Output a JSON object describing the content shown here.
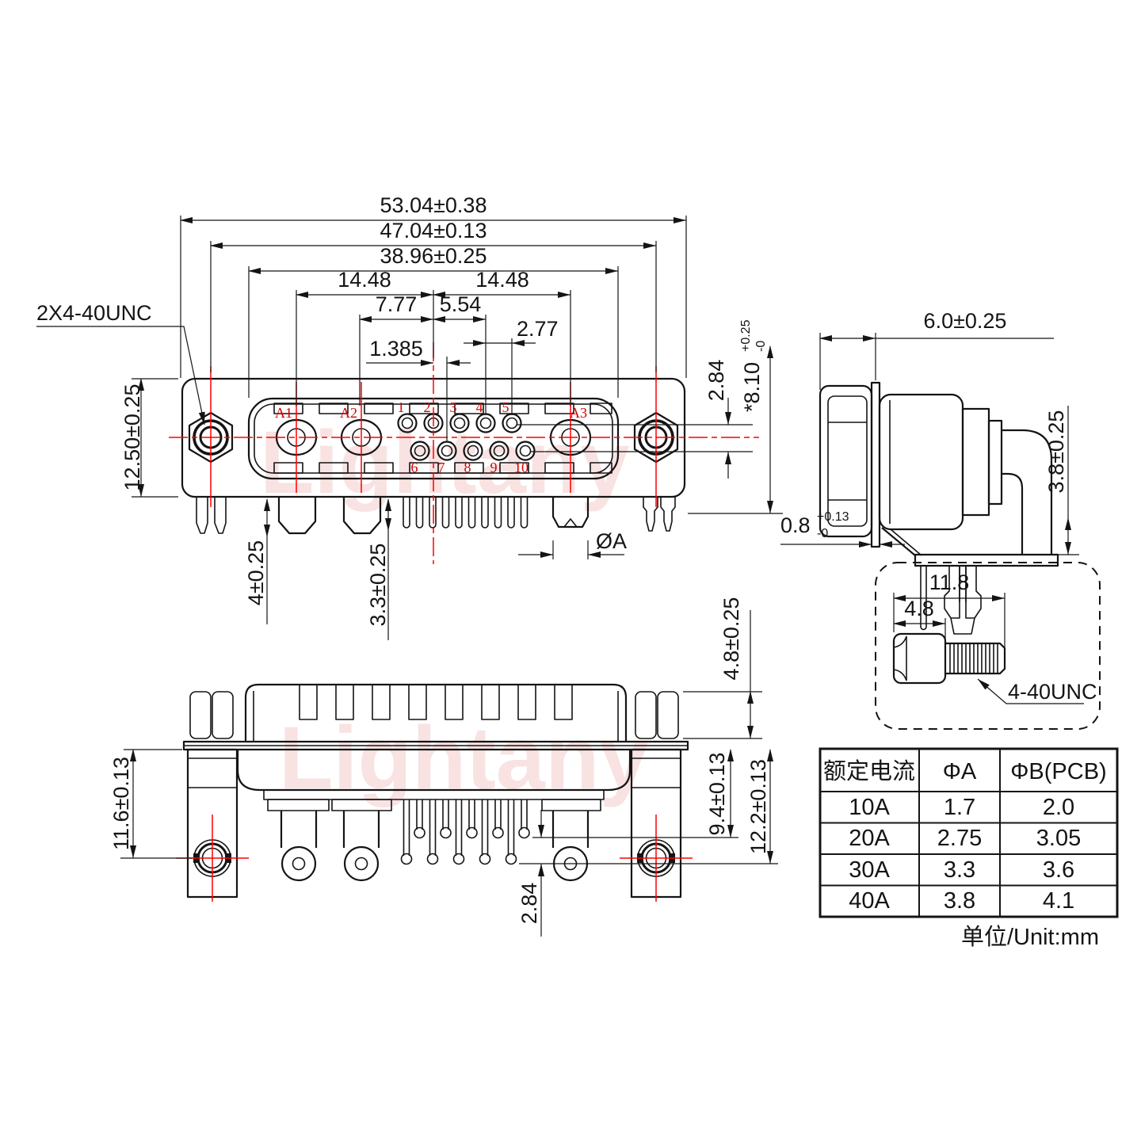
{
  "watermark": "Lightany",
  "front": {
    "top_dims": [
      "53.04±0.38",
      "47.04±0.13",
      "38.96±0.25",
      "14.48",
      "14.48",
      "7.77",
      "5.54",
      "2.77",
      "1.385"
    ],
    "thread_callout": "2X4-40UNC",
    "height": "12.50±0.25",
    "row_gap": "2.84",
    "depth": "*8.10",
    "depth_tol_up": "+0.25",
    "depth_tol_dn": "-0",
    "coax_peg": "4±0.25",
    "signal_peg": "3.3±0.25",
    "pin_dia": "ØA",
    "contacts": {
      "coax": [
        "A1",
        "A2",
        "A3"
      ],
      "top": [
        "1",
        "2",
        "3",
        "4",
        "5"
      ],
      "bottom": [
        "6",
        "7",
        "8",
        "9",
        "10"
      ]
    }
  },
  "side": {
    "depth": "6.0±0.25",
    "standoff": "3.8±0.25",
    "panel": "0.8",
    "panel_tol_up": "+0.13",
    "panel_tol_dn": "-0"
  },
  "bottomview": {
    "lock_offset": "11.6±0.13",
    "nut_height": "4.8±0.25",
    "pin_short": "9.4±0.13",
    "pin_long": "12.2±0.13",
    "row_stagger": "2.84"
  },
  "screw": {
    "total_len": "11.8",
    "hex_len": "4.8",
    "thread": "4-40UNC"
  },
  "table": {
    "headers": [
      "额定电流",
      "ΦA",
      "ΦB(PCB)"
    ],
    "rows": [
      [
        "10A",
        "1.7",
        "2.0"
      ],
      [
        "20A",
        "2.75",
        "3.05"
      ],
      [
        "30A",
        "3.3",
        "3.6"
      ],
      [
        "40A",
        "3.8",
        "4.1"
      ]
    ],
    "unit_note": "单位/Unit:mm"
  }
}
